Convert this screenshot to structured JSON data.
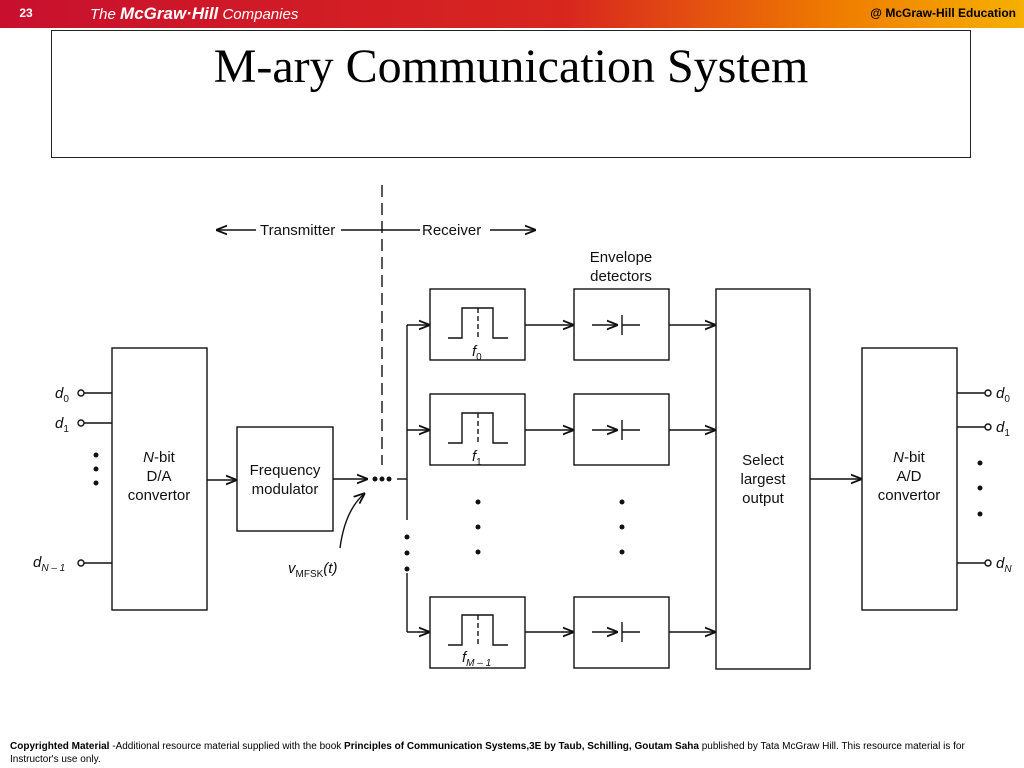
{
  "header": {
    "slide_number": "23",
    "logo_prefix": "The",
    "logo_name": "McGraw·Hill",
    "logo_suffix": "Companies",
    "right_brand": "@ McGraw-Hill Education"
  },
  "title": "M-ary Communication System",
  "diagram": {
    "transmitter_label": "Transmitter",
    "receiver_label": "Receiver",
    "envelope_label_line1": "Envelope",
    "envelope_label_line2": "detectors",
    "da_block": {
      "line1_italic": "N",
      "line1_rest": "-bit",
      "line2": "D/A",
      "line3": "convertor"
    },
    "fm_block": {
      "line1": "Frequency",
      "line2": "modulator"
    },
    "select_block": {
      "line1": "Select",
      "line2": "largest",
      "line3": "output"
    },
    "ad_block": {
      "line1_italic": "N",
      "line1_rest": "-bit",
      "line2": "A/D",
      "line3": "convertor"
    },
    "signal_label": {
      "main": "v",
      "sub": "MFSK",
      "arg": "(t)"
    },
    "inputs": [
      {
        "base": "d",
        "sub": "0"
      },
      {
        "base": "d",
        "sub": "1"
      },
      {
        "base": "d",
        "sub": "N – 1"
      }
    ],
    "outputs": [
      {
        "base": "d",
        "sub": "0"
      },
      {
        "base": "d",
        "sub": "1"
      },
      {
        "base": "d",
        "sub": "N"
      }
    ],
    "filters": [
      {
        "base": "f",
        "sub": "0"
      },
      {
        "base": "f",
        "sub": "1"
      },
      {
        "base": "f",
        "sub": "M – 1"
      }
    ]
  },
  "footer": {
    "bold1": "Copyrighted Material",
    "text1": " -Additional resource material supplied with the book ",
    "bold2": "Principles of Communication Systems,3E by Taub, Schilling, Goutam Saha",
    "text2": " published by Tata McGraw Hill. This resource material is for Instructor's use only."
  }
}
